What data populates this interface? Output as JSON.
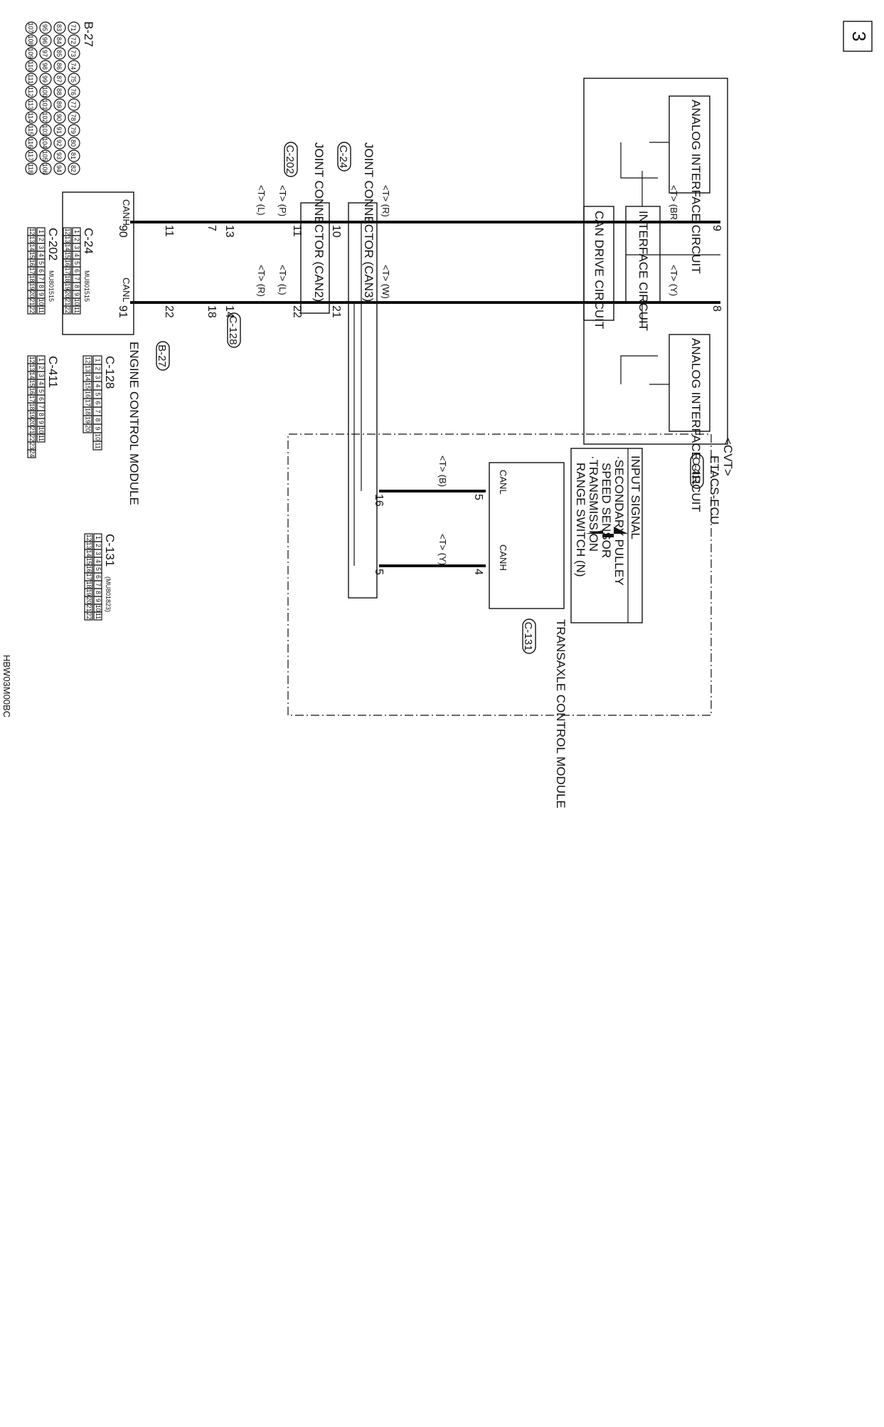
{
  "page_number": "3",
  "diagram_code": "HBW03M00BC",
  "etacs": {
    "name": "ETACS-ECU",
    "connector": "C-411",
    "circuits": [
      "ANALOG INTERFACE CIRCUIT",
      "INTERFACE CIRCUIT",
      "CAN DRIVE CIRCUIT",
      "ANALOG INTERFACE CIRCUIT"
    ],
    "pins": [
      "9",
      "8"
    ]
  },
  "joint_can2": {
    "name": "JOINT CONNECTOR (CAN2)",
    "connector": "C-202",
    "pins": [
      "11",
      "22",
      "10",
      "21"
    ]
  },
  "joint_can3": {
    "name": "JOINT CONNECTOR (CAN3)",
    "connector": "C-24",
    "pins": [
      "11",
      "22",
      "7",
      "18",
      "16",
      "5"
    ]
  },
  "intermediate": {
    "connector": "C-128",
    "pins": [
      "13",
      "14"
    ]
  },
  "ecm": {
    "name": "ENGINE CONTROL MODULE",
    "connector": "B-27",
    "pins": [
      "90",
      "91"
    ],
    "canh": "CANH",
    "canl": "CANL"
  },
  "tcm": {
    "name": "TRANSAXLE CONTROL MODULE",
    "connector": "C-131",
    "pins": [
      "5",
      "4"
    ],
    "canl": "CANL",
    "canh": "CANH"
  },
  "cvt_label": "<CVT>",
  "input_signal": {
    "title": "INPUT SIGNAL",
    "lines": [
      "·SECONDARY PULLEY",
      "SPEED SENSOR",
      "·TRANSMISSION",
      "RANGE SWITCH (N)"
    ]
  },
  "wires": {
    "etacs_h": "<T> (BR)",
    "etacs_l": "<T> (Y)",
    "can2_h": "<T> (R)",
    "can2_l": "<T> (W)",
    "can3_h": "<T> (P)",
    "can3_l": "<T> (L)",
    "ecm_h": "<T> (L)",
    "ecm_l": "<T> (R)",
    "tcm_l": "<T> (B)",
    "tcm_h": "<T> (Y)"
  },
  "legend": {
    "b27": {
      "label": "B-27",
      "rows": [
        [
          "71",
          "72",
          "73",
          "74",
          "75",
          "76",
          "77",
          "78",
          "79",
          "80",
          "81",
          "82"
        ],
        [
          "83",
          "84",
          "85",
          "86",
          "87",
          "88",
          "89",
          "90",
          "91",
          "92",
          "93",
          "94"
        ],
        [
          "95",
          "96",
          "97",
          "98",
          "99",
          "100",
          "101",
          "102",
          "103",
          "104",
          "105",
          "106"
        ],
        [
          "107",
          "108",
          "109",
          "110",
          "111",
          "112",
          "113",
          "114",
          "115",
          "116",
          "117",
          "118"
        ]
      ]
    },
    "c24": {
      "label": "C-24",
      "part": "MU801515",
      "rows": [
        [
          "1",
          "2",
          "3",
          "4",
          "5",
          "6",
          "7",
          "8",
          "9",
          "10",
          "11"
        ],
        [
          "12",
          "13",
          "14",
          "15",
          "16",
          "17",
          "18",
          "19",
          "20",
          "21",
          "22"
        ]
      ]
    },
    "c202": {
      "label": "C-202",
      "part": "MU801515",
      "rows": [
        [
          "1",
          "2",
          "3",
          "4",
          "5",
          "6",
          "7",
          "8",
          "9",
          "10",
          "11"
        ],
        [
          "12",
          "13",
          "14",
          "15",
          "16",
          "17",
          "18",
          "19",
          "20",
          "21",
          "22"
        ]
      ]
    },
    "c411": {
      "label": "C-411",
      "rows": [
        [
          "1",
          "2",
          "3",
          "4",
          "5",
          "6",
          "7",
          "8",
          "9",
          "10",
          "11"
        ],
        [
          "12",
          "13",
          "14",
          "15",
          "16",
          "17",
          "18",
          "19",
          "20",
          "21",
          "22",
          "23",
          "24"
        ]
      ]
    },
    "c128": {
      "label": "C-128",
      "rows": [
        [
          "1",
          "2",
          "3",
          "4",
          "5",
          "6",
          "7",
          "8",
          "9",
          "10",
          "11"
        ],
        [
          "12",
          "13",
          "14",
          "15",
          "16",
          "17",
          "18",
          "19",
          "20"
        ]
      ]
    },
    "c131": {
      "label": "C-131",
      "part": "(MU801823)",
      "rows": [
        [
          "1",
          "2",
          "3",
          "4",
          "5",
          "6",
          "7",
          "8",
          "9",
          "10",
          "11"
        ],
        [
          "12",
          "13",
          "14",
          "15",
          "16",
          "17",
          "18",
          "19",
          "20",
          "21",
          "22"
        ]
      ]
    }
  }
}
